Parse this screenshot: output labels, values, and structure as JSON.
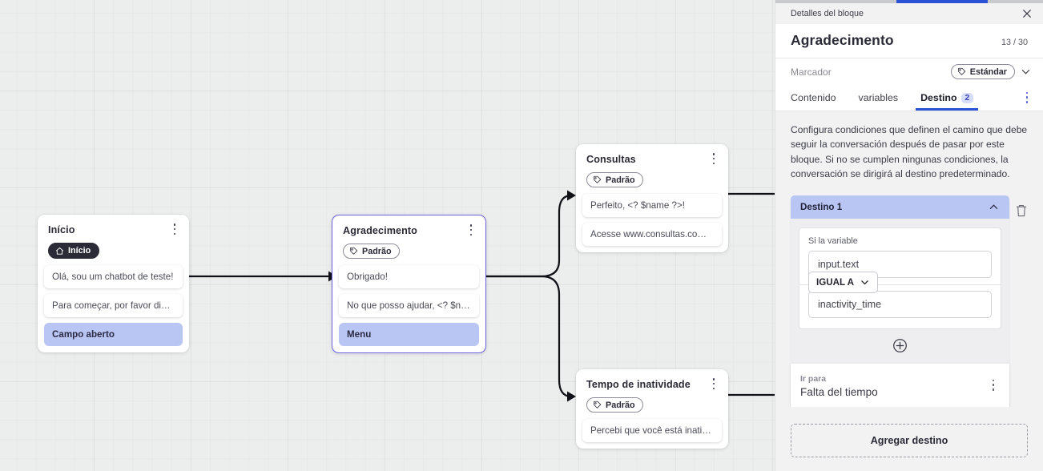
{
  "canvas": {
    "nodes": [
      {
        "id": "inicio",
        "title": "Início",
        "chip": "Início",
        "chip_icon": "home-icon",
        "chip_style": "dark",
        "selected": false,
        "bubbles": [
          {
            "text": "Olá, sou um chatbot de teste!",
            "accent": false
          },
          {
            "text": "Para começar, por favor digite o ...",
            "accent": false
          },
          {
            "text": "Campo aberto",
            "accent": true
          }
        ]
      },
      {
        "id": "agradecimento",
        "title": "Agradecimento",
        "chip": "Padrão",
        "chip_icon": "tag-icon",
        "chip_style": "light",
        "selected": true,
        "bubbles": [
          {
            "text": "Obrigado!",
            "accent": false
          },
          {
            "text": "No que posso ajudar, <? $name ...",
            "accent": false
          },
          {
            "text": "Menu",
            "accent": true
          }
        ]
      },
      {
        "id": "consultas",
        "title": "Consultas",
        "chip": "Padrão",
        "chip_icon": "tag-icon",
        "chip_style": "light",
        "selected": false,
        "bubbles": [
          {
            "text": "Perfeito, <? $name ?>!",
            "accent": false
          },
          {
            "text": "Acesse www.consultas.com par...",
            "accent": false
          }
        ]
      },
      {
        "id": "inatividade",
        "title": "Tempo de inatividade",
        "chip": "Padrão",
        "chip_icon": "tag-icon",
        "chip_style": "light",
        "selected": false,
        "bubbles": [
          {
            "text": "Percebi que você está inativo. C...",
            "accent": false
          }
        ]
      }
    ]
  },
  "panel": {
    "header_label": "Detalles del bloque",
    "close_icon": "close-icon",
    "title": "Agradecimento",
    "counter": "13 / 30",
    "marker_label": "Marcador",
    "marker_value": "Estándar",
    "marker_icon": "tag-icon",
    "marker_chevron": "chevron-down-icon",
    "tabs": [
      {
        "label": "Contenido",
        "active": false,
        "badge": ""
      },
      {
        "label": "variables",
        "active": false,
        "badge": ""
      },
      {
        "label": "Destino",
        "active": true,
        "badge": "2"
      }
    ],
    "overflow_icon": "kebab-menu-icon",
    "description": "Configura condiciones que definen el camino que debe seguir la conversación después de pasar por este bloque. Si no se cumplen ningunas condiciones, la conversación se dirigirá al destino predeterminado.",
    "destination": {
      "header": "Destino 1",
      "collapse_icon": "chevron-up-icon",
      "delete_icon": "trash-icon",
      "condition_label": "Si la variable",
      "variable_value": "input.text",
      "operator": "IGUAL A",
      "operator_icon": "chevron-down-icon",
      "compare_value": "inactivity_time",
      "add_condition_icon": "plus-circle-icon",
      "goto_label": "Ir para",
      "goto_value": "Falta del tiempo",
      "goto_menu_icon": "kebab-menu-icon"
    },
    "add_destination_label": "Agregar destino"
  },
  "colors": {
    "accent_blue": "#2b52d4",
    "node_selected": "#6c63e0",
    "bubble_accent": "#b9c5f2",
    "canvas_bg": "#eceded"
  }
}
